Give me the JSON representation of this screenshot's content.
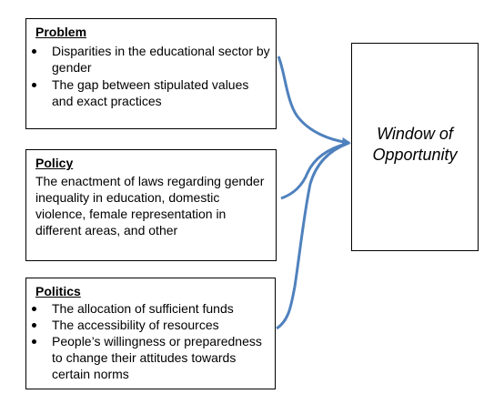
{
  "problem": {
    "title": "Problem",
    "items": [
      "Disparities in the educational sector by gender",
      "The gap between stipulated values and exact practices"
    ]
  },
  "policy": {
    "title": "Policy",
    "text": "The enactment of laws regarding gender inequality in education, domestic violence, female representation in different areas, and other"
  },
  "politics": {
    "title": "Politics",
    "items": [
      "The allocation of sufficient funds",
      "The accessibility of resources",
      "People’s willingness or preparedness to change their attitudes towards certain norms"
    ]
  },
  "window": {
    "line1": "Window of",
    "line2": "Opportunity"
  },
  "colors": {
    "arrow": "#4f81bd",
    "border": "#000000"
  }
}
